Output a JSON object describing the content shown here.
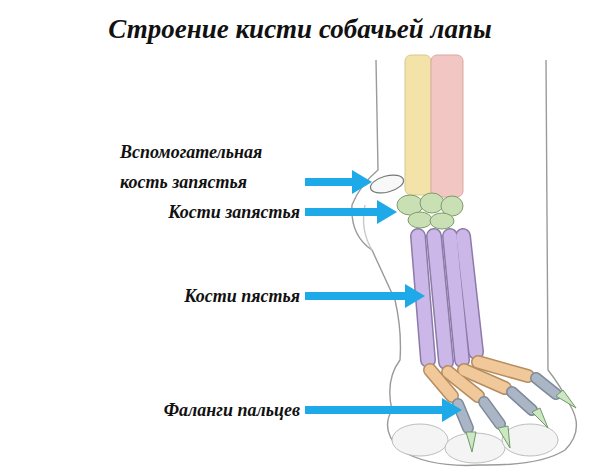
{
  "diagram": {
    "title": "Строение кисти собачьей лапы",
    "labels": [
      "Вспомогательная кость запястья",
      "Кости запястья",
      "Кости пястья",
      "Фаланги пальцев"
    ]
  }
}
